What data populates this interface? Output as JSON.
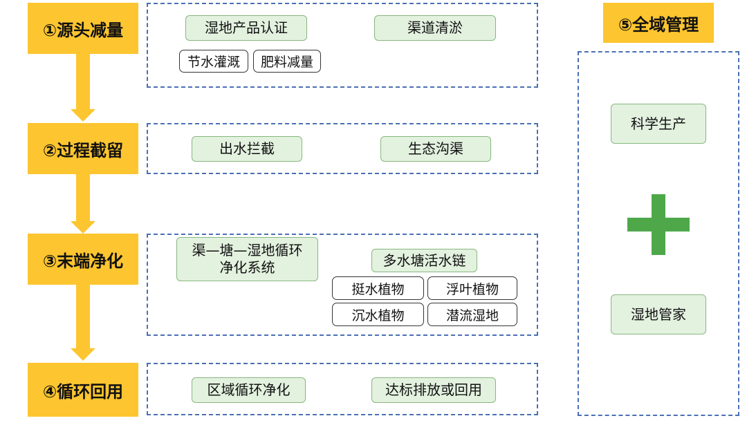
{
  "stages": [
    {
      "label": "①源头减量"
    },
    {
      "label": "②过程截留"
    },
    {
      "label": "③末端净化"
    },
    {
      "label": "④循环回用"
    }
  ],
  "management": {
    "label": "⑤全域管理"
  },
  "source_reduction": {
    "green_items": [
      "湿地产品认证",
      "渠道清淤"
    ],
    "outline_items": [
      "节水灌溉",
      "肥料减量"
    ]
  },
  "process_interception": {
    "green_items": [
      "出水拦截",
      "生态沟渠"
    ]
  },
  "end_purification": {
    "system_line1": "渠—塘—湿地循环",
    "system_line2": "净化系统",
    "chain_label": "多水塘活水链",
    "outline_items": [
      "挺水植物",
      "浮叶植物",
      "沉水植物",
      "潜流湿地"
    ]
  },
  "recycling": {
    "green_items": [
      "区域循环净化",
      "达标排放或回用"
    ]
  },
  "management_panel": {
    "top_item": "科学生产",
    "bottom_item": "湿地管家"
  },
  "colors": {
    "stage_fill": "#fdc52f",
    "dash_border": "#4a6fb3",
    "green_fill": "#e3f1df",
    "green_border": "#86b77e",
    "plus_green": "#4ea84a"
  }
}
